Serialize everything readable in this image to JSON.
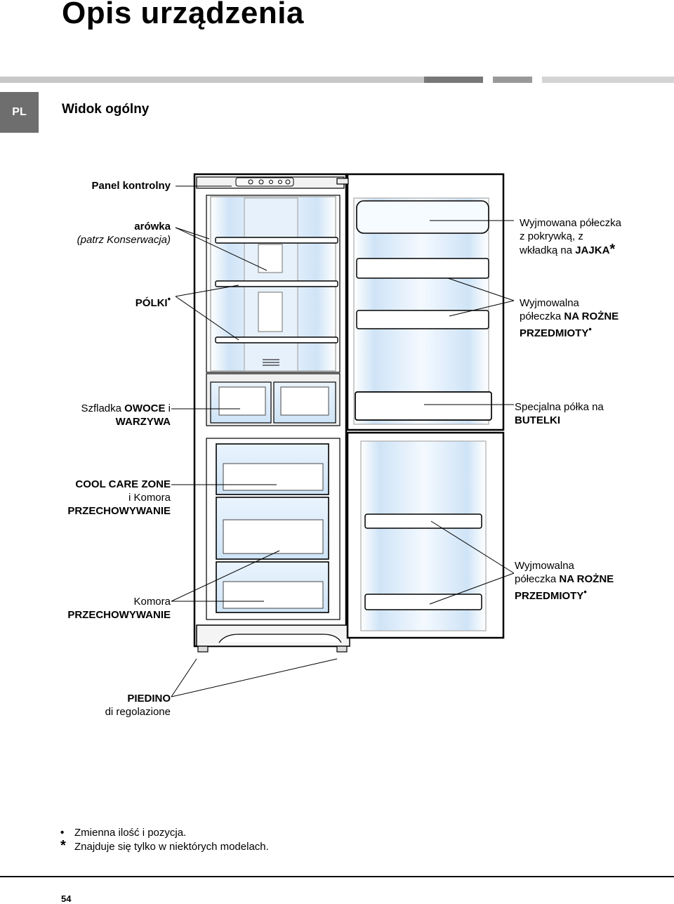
{
  "page": {
    "title": "Opis urządzenia",
    "lang_tab": "PL",
    "section_title": "Widok ogólny",
    "page_number": "54"
  },
  "labels": {
    "control_panel": "Panel kontrolny",
    "bulb": {
      "line1": "arówka",
      "line2": "(patrz Konserwacja)"
    },
    "shelves": {
      "text": "PÓLKI",
      "mark": "•"
    },
    "fruit_drawer": {
      "line1_a": "Szfladka ",
      "line1_b": "OWOCE",
      "line1_c": " i",
      "line2": "WARZYWA"
    },
    "cool_care": {
      "line1": "COOL CARE ZONE",
      "line2": "i Komora",
      "line3": "PRZECHOWYWANIE"
    },
    "storage": {
      "line1": "Komora",
      "line2": "PRZECHOWYWANIE"
    },
    "feet": {
      "line1": "PIEDINO",
      "line2": "di regolazione"
    },
    "egg_shelf": {
      "line1": "Wyjmowana półeczka",
      "line2": "z pokrywką, z",
      "line3_a": "wkładką na ",
      "line3_b": "JAJKA",
      "mark": "*"
    },
    "misc_shelf_top": {
      "line1": "Wyjmowalna",
      "line2_a": "półeczka ",
      "line2_b": "NA ROŻNE",
      "line3": "PRZEDMIOTY",
      "mark": "•"
    },
    "bottle_shelf": {
      "line1": "Specjalna półka na",
      "line2": "BUTELKI"
    },
    "misc_shelf_bottom": {
      "line1": "Wyjmowalna",
      "line2_a": "półeczka ",
      "line2_b": "NA ROŻNE",
      "line3": "PRZEDMIOTY",
      "mark": "•"
    }
  },
  "footnotes": [
    {
      "mark": "•",
      "text": "Zmienna ilość i pozycja."
    },
    {
      "mark": "*",
      "text": "Znajduje się tylko w niektórych modelach."
    }
  ],
  "colors": {
    "bar_dark": "#777777",
    "bar_light": "#c8c8c8",
    "lang_tab": "#6e6e6e",
    "glass_blue": "#cfe4f7"
  },
  "icons": {
    "diagram": "fridge-freezer-open-diagram"
  }
}
